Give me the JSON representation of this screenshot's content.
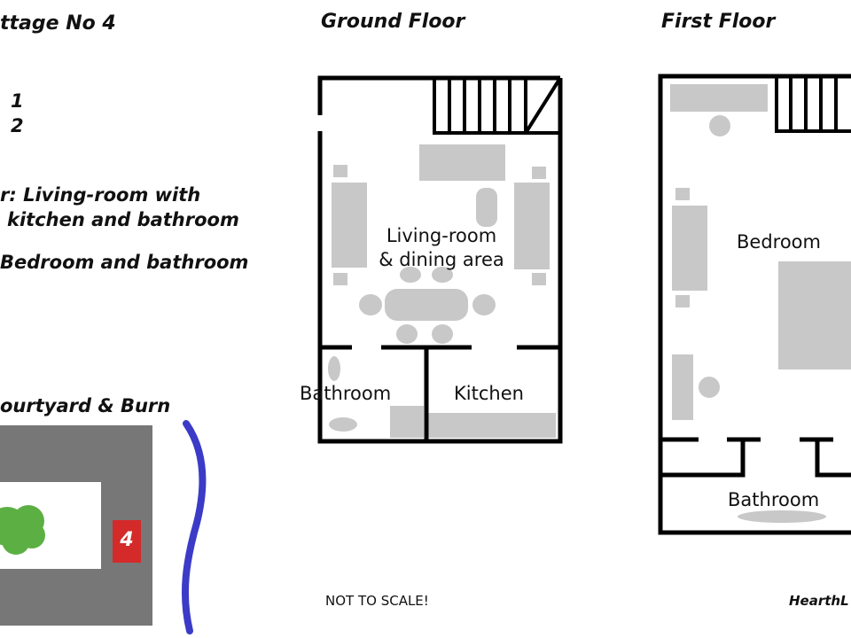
{
  "header": {
    "cottage_title": "ttage No  4"
  },
  "info": {
    "line_1": "1",
    "line_2": "2",
    "ground_desc_line1": "r:  Living-room with",
    "ground_desc_line2": "kitchen and bathroom",
    "first_desc": "Bedroom and bathroom"
  },
  "courtyard": {
    "title": "ourtyard & Burn",
    "cottage_marker": "4"
  },
  "ground_floor": {
    "title": "Ground Floor",
    "living_label_line1": "Living-room",
    "living_label_line2": "& dining area",
    "bathroom_label": "Bathroom",
    "kitchen_label": "Kitchen"
  },
  "first_floor": {
    "title": "First Floor",
    "bedroom_label": "Bedroom",
    "bathroom_label": "Bathroom"
  },
  "footer": {
    "scale_note": "NOT TO SCALE!",
    "credit": "HearthL"
  },
  "colors": {
    "wall": "#000000",
    "furniture": "#c8c8c8",
    "courtyard": "#777777",
    "tree": "#5cb043",
    "burn": "#3b3bc8",
    "marker": "#d42a2a"
  }
}
